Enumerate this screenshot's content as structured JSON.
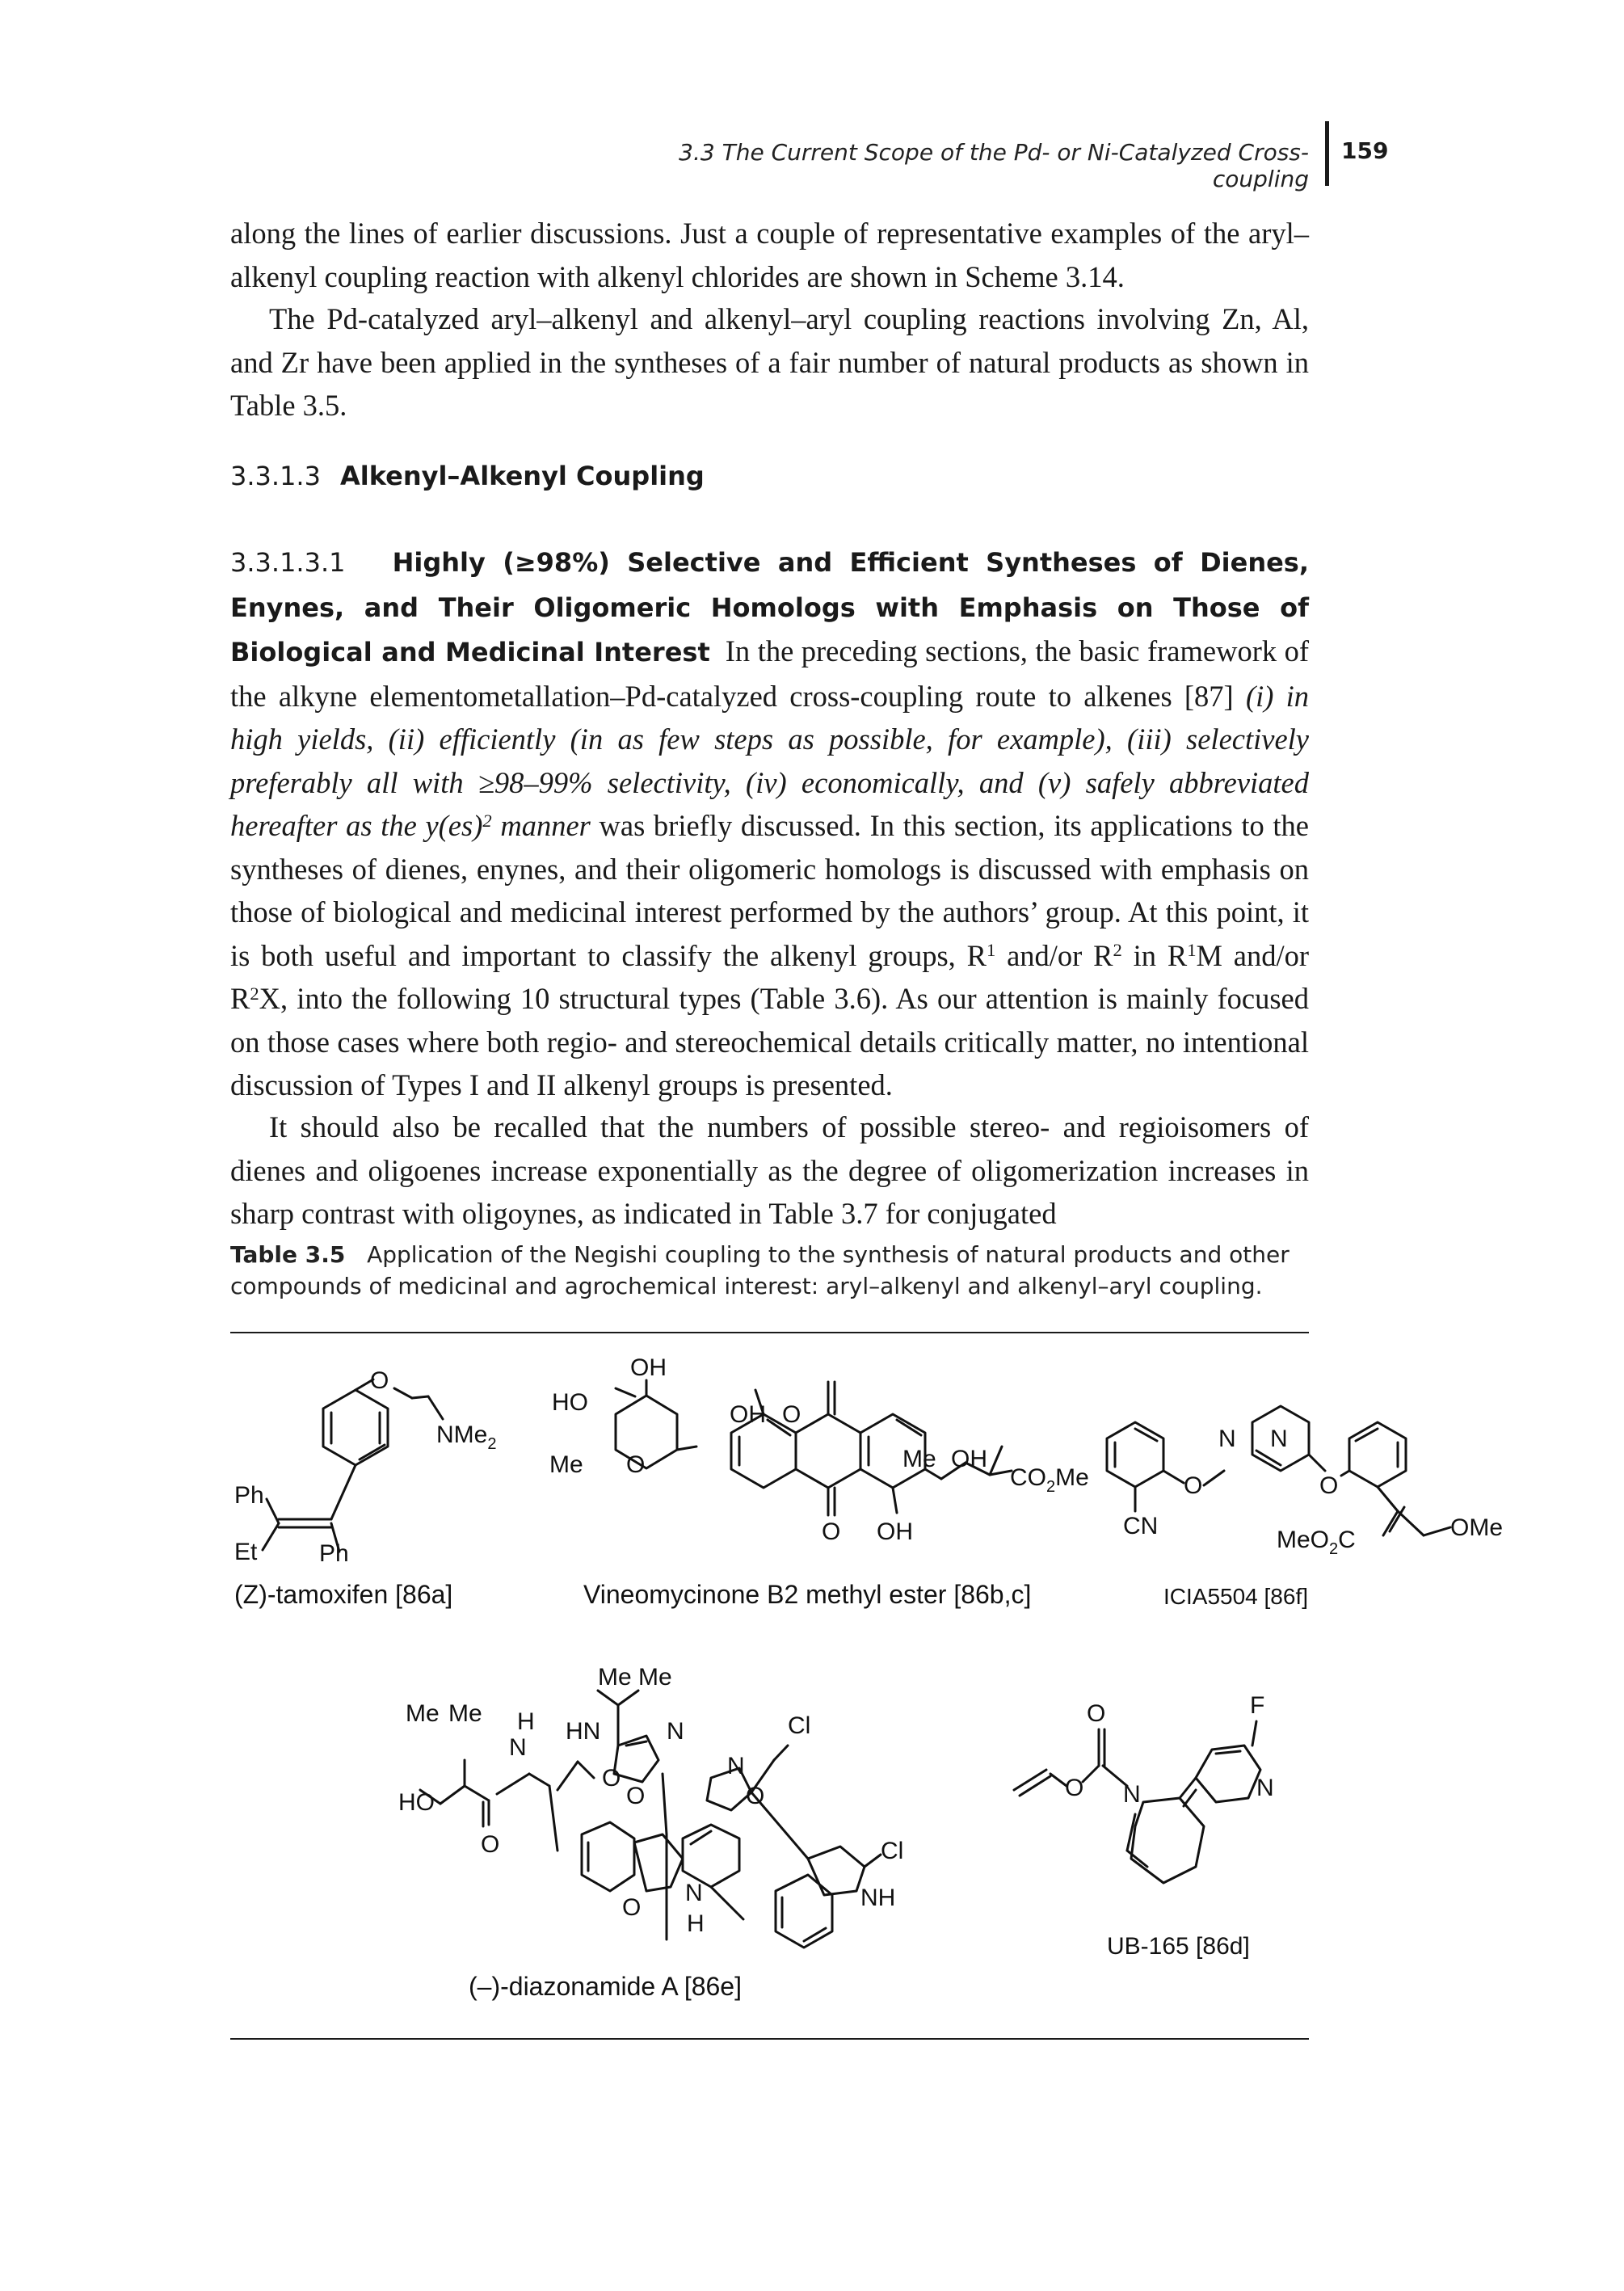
{
  "header": {
    "running_title": "3.3 The Current Scope of the Pd- or Ni-Catalyzed Cross-coupling",
    "page_number": "159"
  },
  "intro": {
    "p1": "along the lines of earlier discussions. Just a couple of representative examples of the aryl–alkenyl coupling reaction with alkenyl chlorides are shown in Scheme 3.14.",
    "p2": "The Pd-catalyzed aryl–alkenyl and alkenyl–aryl coupling reactions involving Zn, Al, and Zr have been applied in the syntheses of a fair number of natural products as shown in Table 3.5."
  },
  "section": {
    "number": "3.3.1.3",
    "title": "Alkenyl–Alkenyl Coupling"
  },
  "subsection": {
    "number": "3.3.1.3.1",
    "title": "Highly (≥98%) Selective and Efficient Syntheses of Dienes, Enynes, and Their Oligomeric Homologs with Emphasis on Those of Biological and Medicinal Interest",
    "t1": "In the preceding sections, the basic framework of the alkyne elementometallation–Pd-catalyzed cross-coupling route to alkenes [87]",
    "t_italic": "(i) in high yields, (ii) efficiently (in as few steps as possible, for example), (iii) selectively preferably all with ≥98–99% selectivity, (iv) economically, and (v) safely abbreviated hereafter as the y(es)",
    "t_italic_sup": "2",
    "t_italic_end": "manner",
    "t2": "was briefly discussed. In this section, its applications to the syntheses of dienes, enynes, and their oligomeric homologs is discussed with emphasis on those of biological and medicinal interest performed by the authors’ group. At this point, it is both useful and important to classify the alkenyl groups, R",
    "t3": "and/or R",
    "t4": "in R",
    "t5": "M and/or R",
    "t6": "X, into the following 10 structural types (Table 3.6). As our attention is mainly focused on those cases where both regio- and stereochemical details critically matter, no intentional discussion of Types I and II alkenyl groups is presented.",
    "sup1": "1",
    "sup2": "2"
  },
  "para_last": "It should also be recalled that the numbers of possible stereo- and regioisomers of dienes and oligoenes increase exponentially as the degree of oligomerization increases in sharp contrast with oligoynes, as indicated in Table 3.7 for conjugated",
  "table": {
    "label": "Table 3.5",
    "caption": "Application of the Negishi coupling to the synthesis of natural products and other compounds of medicinal and agrochemical interest: aryl–alkenyl and alkenyl–aryl coupling.",
    "compounds": [
      {
        "name": "(Z)-tamoxifen [86a]"
      },
      {
        "name": "Vineomycinone B2 methyl ester [86b,c]"
      },
      {
        "name": "ICIA5504 [86f]"
      },
      {
        "name": "(–)-diazonamide A [86e]"
      },
      {
        "name": "UB-165 [86d]"
      }
    ],
    "atom_labels": {
      "o": "O",
      "oh": "OH",
      "ho": "HO",
      "me": "Me",
      "ph": "Ph",
      "et": "Et",
      "n": "N",
      "nh": "NH",
      "h": "H",
      "hn": "HN",
      "cl": "Cl",
      "cn": "CN",
      "f": "F",
      "ome": "OMe",
      "nme2": "NMe",
      "sub2": "2",
      "co2me": "CO",
      "meo2c": "MeO",
      "c": "C"
    }
  }
}
